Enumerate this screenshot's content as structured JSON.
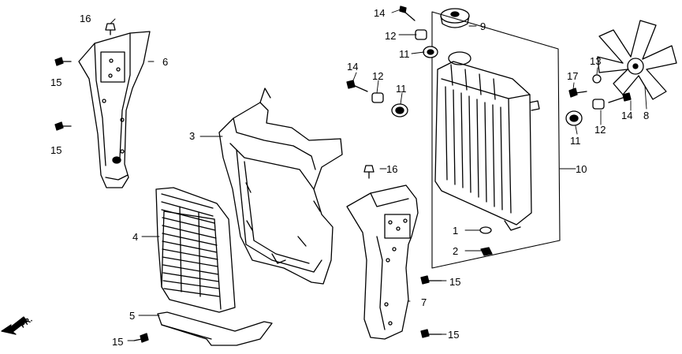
{
  "diagram": {
    "direction_label": "FR.",
    "callouts": {
      "c1": "1",
      "c2": "2",
      "c3": "3",
      "c4": "4",
      "c5": "5",
      "c6": "6",
      "c7": "7",
      "c8": "8",
      "c9": "9",
      "c10": "10",
      "c11a": "11",
      "c11b": "11",
      "c11c": "11",
      "c12a": "12",
      "c12b": "12",
      "c12c": "12",
      "c13": "13",
      "c14a": "14",
      "c14b": "14",
      "c14c": "14",
      "c15a": "15",
      "c15b": "15",
      "c15c": "15",
      "c15d": "15",
      "c15e": "15",
      "c16a": "16",
      "c16b": "16",
      "c17": "17"
    }
  }
}
